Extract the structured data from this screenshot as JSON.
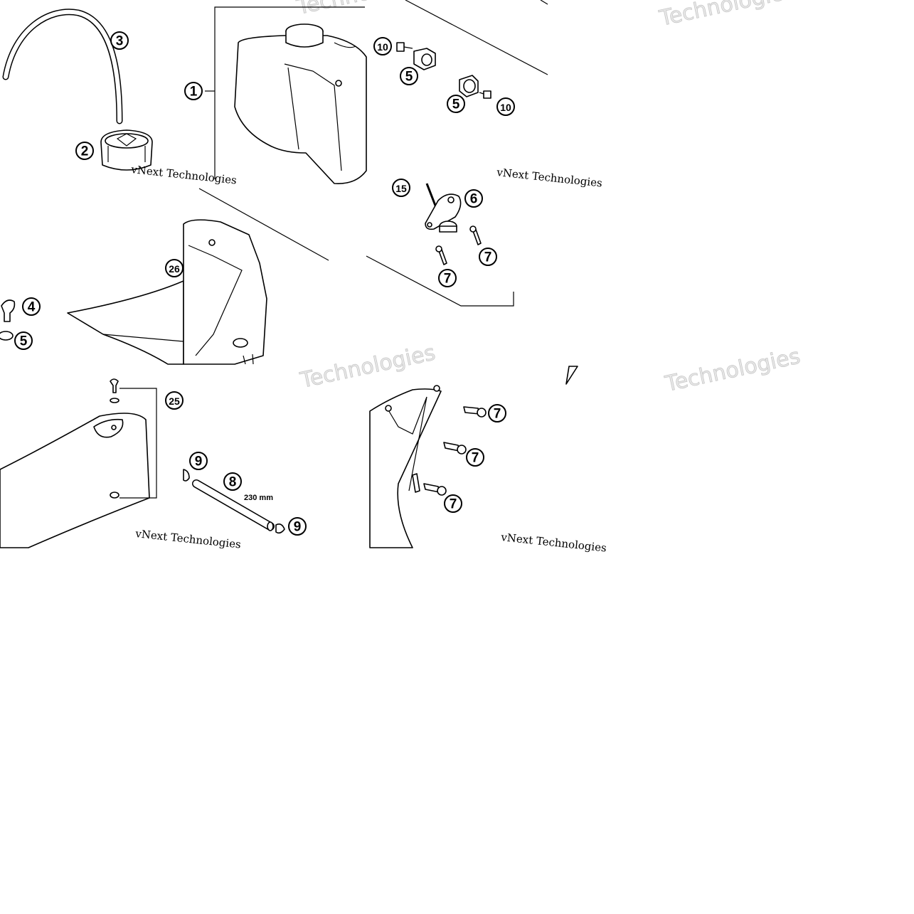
{
  "diagram": {
    "watermark_text": "vNext Technologies",
    "watermark_word": "Technologies",
    "dimension_label": "230 mm",
    "colors": {
      "line": "#000000",
      "background": "#ffffff",
      "watermark": "#c8c8c8"
    }
  },
  "callouts": [
    {
      "id": "c1",
      "label": "1"
    },
    {
      "id": "c2",
      "label": "2"
    },
    {
      "id": "c3",
      "label": "3"
    },
    {
      "id": "c4",
      "label": "4"
    },
    {
      "id": "c5a",
      "label": "5"
    },
    {
      "id": "c5b",
      "label": "5"
    },
    {
      "id": "c5c",
      "label": "5"
    },
    {
      "id": "c6",
      "label": "6"
    },
    {
      "id": "c7a",
      "label": "7"
    },
    {
      "id": "c7b",
      "label": "7"
    },
    {
      "id": "c7c",
      "label": "7"
    },
    {
      "id": "c7d",
      "label": "7"
    },
    {
      "id": "c7e",
      "label": "7"
    },
    {
      "id": "c8",
      "label": "8"
    },
    {
      "id": "c9a",
      "label": "9"
    },
    {
      "id": "c9b",
      "label": "9"
    },
    {
      "id": "c10a",
      "label": "10"
    },
    {
      "id": "c10b",
      "label": "10"
    },
    {
      "id": "c15",
      "label": "15"
    },
    {
      "id": "c25",
      "label": "25"
    },
    {
      "id": "c26",
      "label": "26"
    }
  ]
}
